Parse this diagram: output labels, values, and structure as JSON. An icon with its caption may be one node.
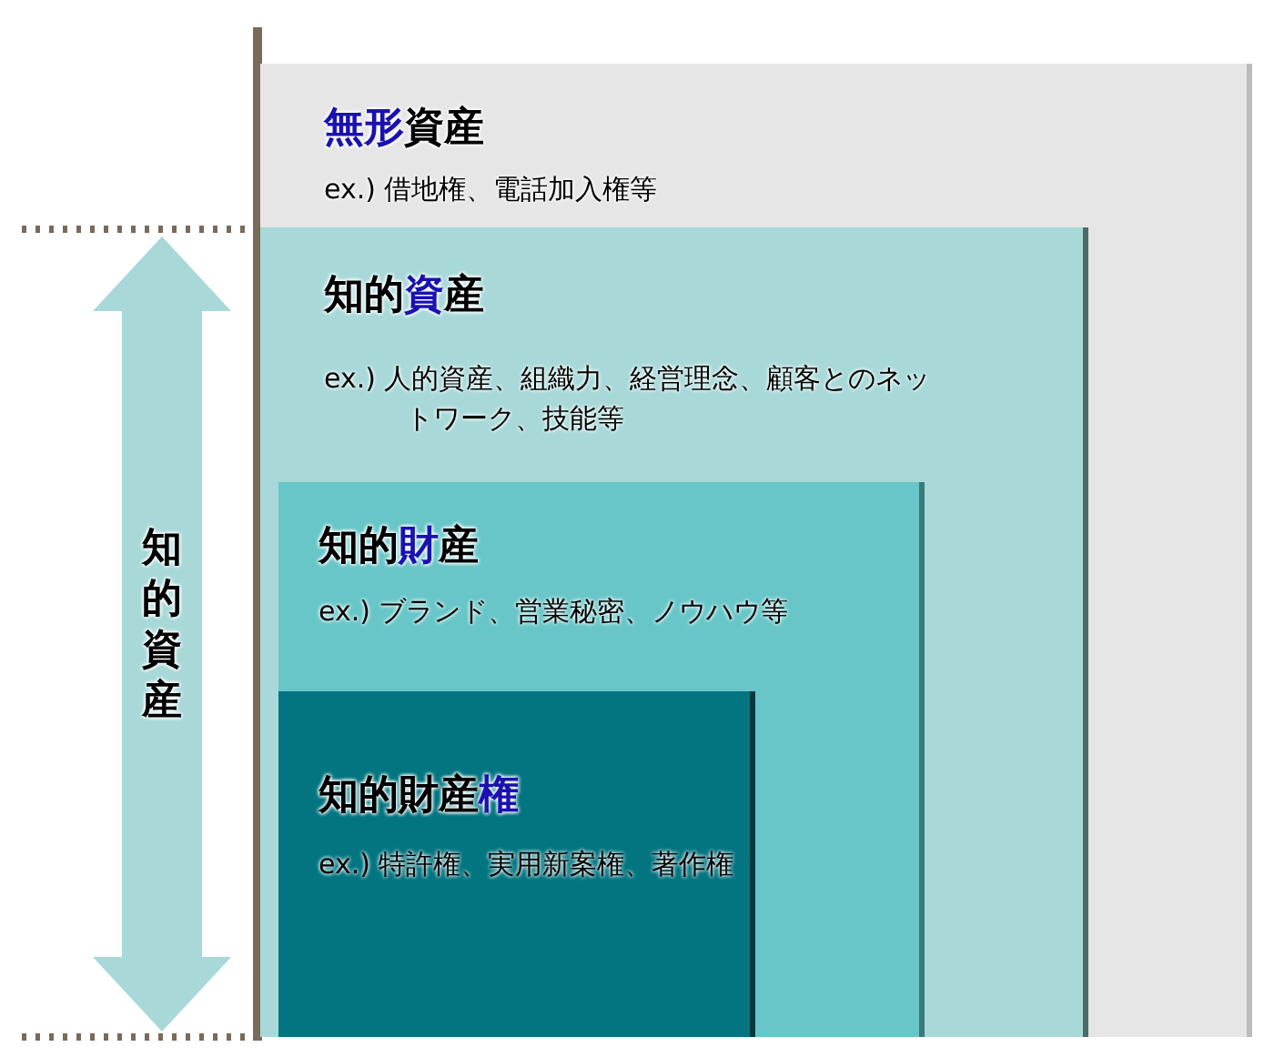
{
  "diagram": {
    "nodes": [
      {
        "text": [
          "**無形**資産",
          "ex.) 借地権、電話加入権等"
        ]
      },
      {
        "text": [
          "知的**資**産",
          "ex.) 人的資産、組織力、経営理念、顧客とのネットワーク、技能等"
        ],
        "in": 0
      },
      {
        "text": [
          "知的**財**産",
          "ex.) ブランド、営業秘密、ノウハウ等"
        ],
        "in": 1
      },
      {
        "text": [
          "知的財産**権**",
          "ex.) 特許権、実用新案権、著作権"
        ],
        "in": 2
      }
    ],
    "labels": [
      "知的資産"
    ]
  }
}
